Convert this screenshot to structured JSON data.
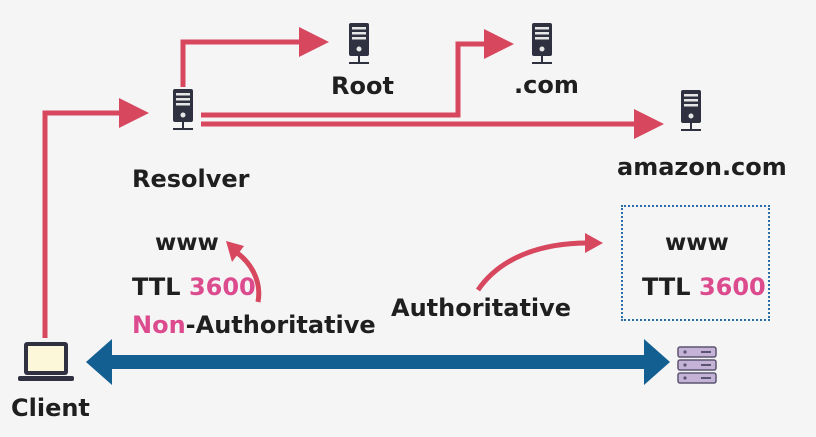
{
  "nodes": {
    "root": "Root",
    "com": ".com",
    "resolver": "Resolver",
    "amazon": "amazon.com",
    "client": "Client"
  },
  "cache_left": {
    "record": "www",
    "ttl_label": "TTL",
    "ttl_value": "3600",
    "type_highlight": "Non",
    "type_rest": "-Authoritative"
  },
  "auth_right": {
    "label": "Authoritative",
    "record": "www",
    "ttl_label": "TTL",
    "ttl_value": "3600"
  },
  "colors": {
    "query_arrow": "#d7475e",
    "link_arrow": "#145f92",
    "highlight": "#dc4b8e",
    "server": "#2f3141"
  },
  "icons": [
    "server-icon",
    "laptop-icon",
    "server-stack-icon"
  ]
}
